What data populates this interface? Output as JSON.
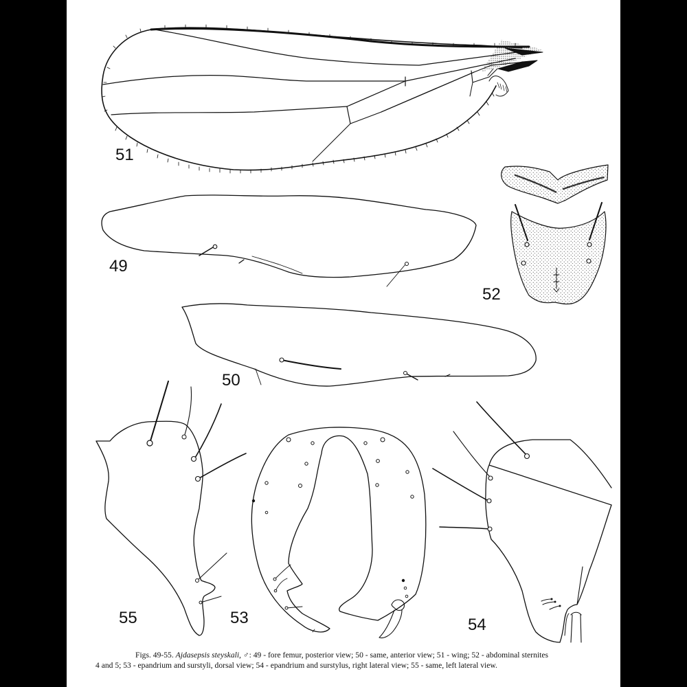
{
  "figure_labels": {
    "fig51": "51",
    "fig49": "49",
    "fig52": "52",
    "fig50": "50",
    "fig55": "55",
    "fig53": "53",
    "fig54": "54"
  },
  "caption": {
    "prefix": "Figs. 49-55.",
    "species": "Ajdasepsis steyskali,",
    "sex_symbol": "♂",
    "line1_rest": ": 49 - fore femur, posterior view; 50 - same, anterior view; 51 - wing; 52 - abdominal sternites",
    "line2": "4 and 5; 53 - epandrium and surstyli, dorsal view; 54 - epandrium and surstylus, right lateral view; 55 - same, left lateral view."
  },
  "figures": [
    {
      "id": "51",
      "subject": "wing"
    },
    {
      "id": "49",
      "subject": "fore femur, posterior view"
    },
    {
      "id": "50",
      "subject": "fore femur, anterior view"
    },
    {
      "id": "52",
      "subject": "abdominal sternites 4 and 5"
    },
    {
      "id": "53",
      "subject": "epandrium and surstyli, dorsal view"
    },
    {
      "id": "54",
      "subject": "epandrium and surstylus, right lateral view"
    },
    {
      "id": "55",
      "subject": "epandrium and surstylus, left lateral view"
    }
  ]
}
